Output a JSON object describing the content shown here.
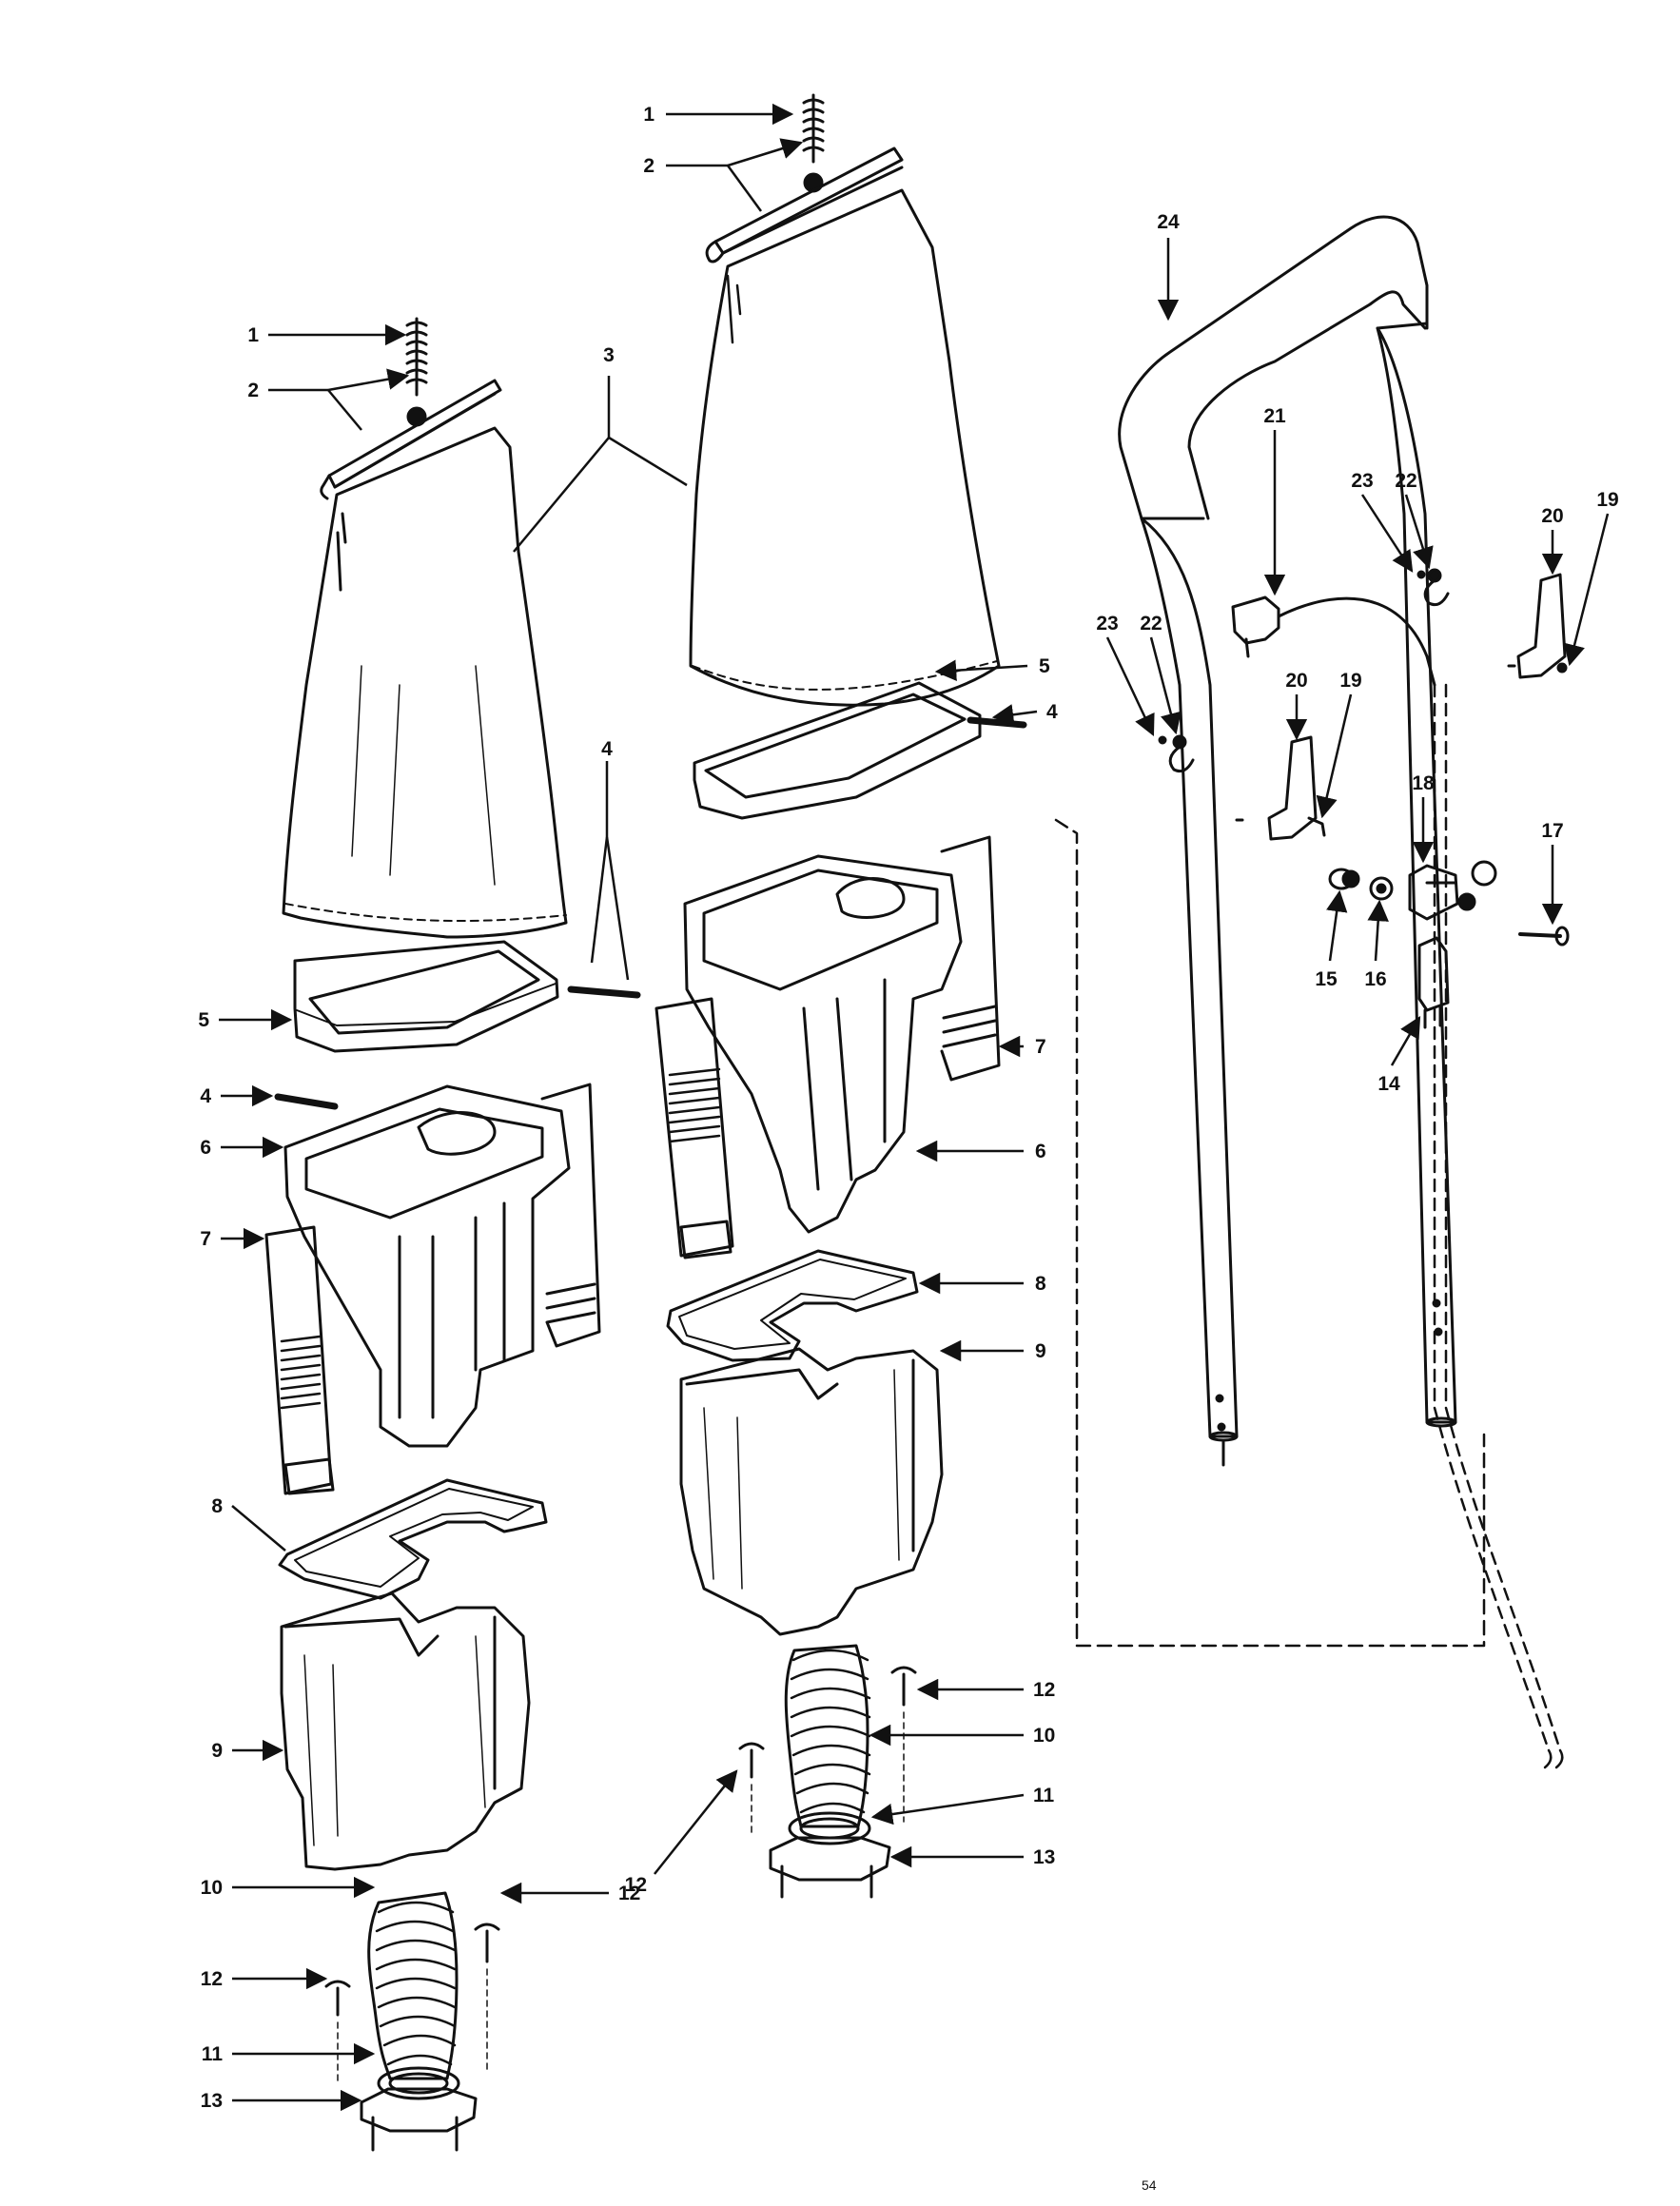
{
  "diagram": {
    "colors": {
      "ink": "#111111",
      "paper": "#ffffff"
    },
    "footer_mark": "54",
    "callouts": [
      {
        "id": "c1a",
        "text": "1"
      },
      {
        "id": "c2a",
        "text": "2"
      },
      {
        "id": "c1b",
        "text": "1"
      },
      {
        "id": "c2b",
        "text": "2"
      },
      {
        "id": "c3",
        "text": "3"
      },
      {
        "id": "c5a",
        "text": "5"
      },
      {
        "id": "c4a",
        "text": "4"
      },
      {
        "id": "c4b",
        "text": "4"
      },
      {
        "id": "c5b",
        "text": "5"
      },
      {
        "id": "c4c",
        "text": "4"
      },
      {
        "id": "c6a",
        "text": "6"
      },
      {
        "id": "c7a",
        "text": "7"
      },
      {
        "id": "c7b",
        "text": "7"
      },
      {
        "id": "c6b",
        "text": "6"
      },
      {
        "id": "c8a",
        "text": "8"
      },
      {
        "id": "c9a",
        "text": "9"
      },
      {
        "id": "c8b",
        "text": "8"
      },
      {
        "id": "c9b",
        "text": "9"
      },
      {
        "id": "c12a",
        "text": "12"
      },
      {
        "id": "c10a",
        "text": "10"
      },
      {
        "id": "c11a",
        "text": "11"
      },
      {
        "id": "c12b",
        "text": "12"
      },
      {
        "id": "c13a",
        "text": "13"
      },
      {
        "id": "c10b",
        "text": "10"
      },
      {
        "id": "c12c",
        "text": "12"
      },
      {
        "id": "c12d",
        "text": "12"
      },
      {
        "id": "c11b",
        "text": "11"
      },
      {
        "id": "c13b",
        "text": "13"
      },
      {
        "id": "c24",
        "text": "24"
      },
      {
        "id": "c21",
        "text": "21"
      },
      {
        "id": "c23a",
        "text": "23"
      },
      {
        "id": "c22a",
        "text": "22"
      },
      {
        "id": "c20a",
        "text": "20"
      },
      {
        "id": "c19a",
        "text": "19"
      },
      {
        "id": "c23b",
        "text": "23"
      },
      {
        "id": "c22b",
        "text": "22"
      },
      {
        "id": "c20b",
        "text": "20"
      },
      {
        "id": "c19b",
        "text": "19"
      },
      {
        "id": "c18",
        "text": "18"
      },
      {
        "id": "c17",
        "text": "17"
      },
      {
        "id": "c15",
        "text": "15"
      },
      {
        "id": "c16",
        "text": "16"
      },
      {
        "id": "c14",
        "text": "14"
      }
    ]
  }
}
